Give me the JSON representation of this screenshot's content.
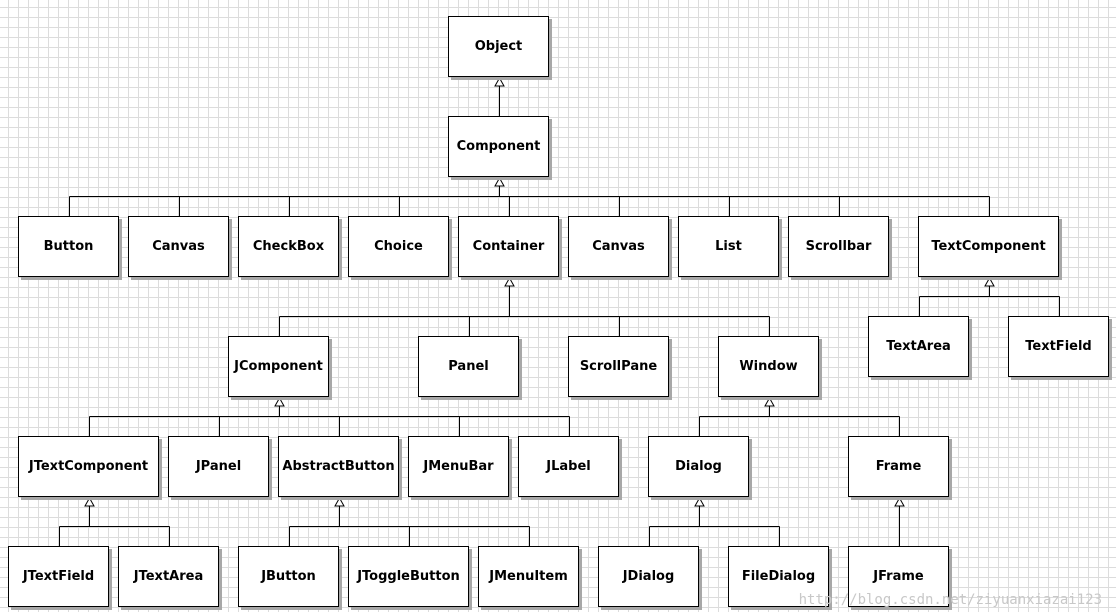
{
  "nodes": [
    {
      "id": "object",
      "label": "Object"
    },
    {
      "id": "component",
      "label": "Component"
    },
    {
      "id": "button",
      "label": "Button"
    },
    {
      "id": "canvas1",
      "label": "Canvas"
    },
    {
      "id": "checkbox",
      "label": "CheckBox"
    },
    {
      "id": "choice",
      "label": "Choice"
    },
    {
      "id": "container",
      "label": "Container"
    },
    {
      "id": "canvas2",
      "label": "Canvas"
    },
    {
      "id": "list",
      "label": "List"
    },
    {
      "id": "scrollbar",
      "label": "Scrollbar"
    },
    {
      "id": "textcomponent",
      "label": "TextComponent"
    },
    {
      "id": "textarea",
      "label": "TextArea"
    },
    {
      "id": "textfield",
      "label": "TextField"
    },
    {
      "id": "jcomponent",
      "label": "JComponent"
    },
    {
      "id": "panel",
      "label": "Panel"
    },
    {
      "id": "scrollpane",
      "label": "ScrollPane"
    },
    {
      "id": "window",
      "label": "Window"
    },
    {
      "id": "jtextcomponent",
      "label": "JTextComponent"
    },
    {
      "id": "jpanel",
      "label": "JPanel"
    },
    {
      "id": "abstractbutton",
      "label": "AbstractButton"
    },
    {
      "id": "jmenubar",
      "label": "JMenuBar"
    },
    {
      "id": "jlabel",
      "label": "JLabel"
    },
    {
      "id": "dialog",
      "label": "Dialog"
    },
    {
      "id": "frame",
      "label": "Frame"
    },
    {
      "id": "jtextfield",
      "label": "JTextField"
    },
    {
      "id": "jtextarea",
      "label": "JTextArea"
    },
    {
      "id": "jbutton",
      "label": "JButton"
    },
    {
      "id": "jtogglebutton",
      "label": "JToggleButton"
    },
    {
      "id": "jmenuitem",
      "label": "JMenuItem"
    },
    {
      "id": "jdialog",
      "label": "JDialog"
    },
    {
      "id": "filedialog",
      "label": "FileDialog"
    },
    {
      "id": "jframe",
      "label": "JFrame"
    }
  ],
  "edges": [
    {
      "parent": "object",
      "children": [
        "component"
      ]
    },
    {
      "parent": "component",
      "children": [
        "button",
        "canvas1",
        "checkbox",
        "choice",
        "container",
        "canvas2",
        "list",
        "scrollbar",
        "textcomponent"
      ]
    },
    {
      "parent": "textcomponent",
      "children": [
        "textarea",
        "textfield"
      ]
    },
    {
      "parent": "container",
      "children": [
        "jcomponent",
        "panel",
        "scrollpane",
        "window"
      ]
    },
    {
      "parent": "jcomponent",
      "children": [
        "jtextcomponent",
        "jpanel",
        "abstractbutton",
        "jmenubar",
        "jlabel"
      ]
    },
    {
      "parent": "window",
      "children": [
        "dialog",
        "frame"
      ]
    },
    {
      "parent": "jtextcomponent",
      "children": [
        "jtextfield",
        "jtextarea"
      ]
    },
    {
      "parent": "abstractbutton",
      "children": [
        "jbutton",
        "jtogglebutton",
        "jmenuitem"
      ]
    },
    {
      "parent": "dialog",
      "children": [
        "jdialog",
        "filedialog"
      ]
    },
    {
      "parent": "frame",
      "children": [
        "jframe"
      ]
    }
  ],
  "watermark": "http://blog.csdn.net/ziyuanxiazai123"
}
